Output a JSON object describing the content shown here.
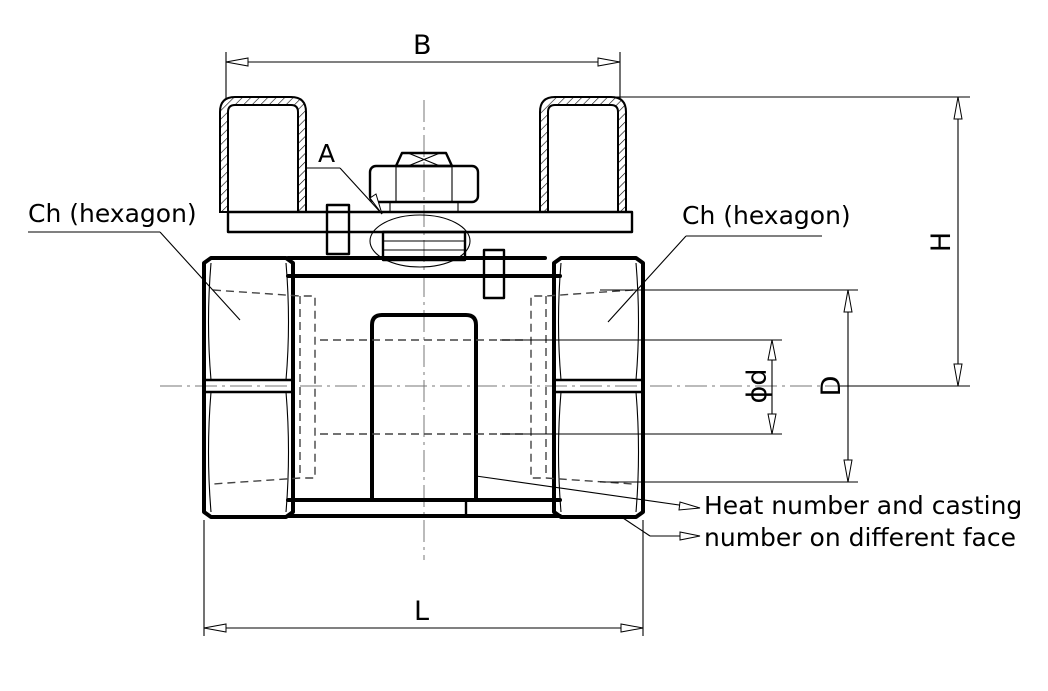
{
  "labels": {
    "dim_b": "B",
    "dim_h": "H",
    "dim_d": "D",
    "dim_phi_d": "ϕd",
    "dim_l": "L",
    "detail_a": "A",
    "hexagon_left": "Ch (hexagon)",
    "hexagon_right": "Ch (hexagon)"
  },
  "note": {
    "line1": "Heat number and casting",
    "line2": "number on different face"
  }
}
